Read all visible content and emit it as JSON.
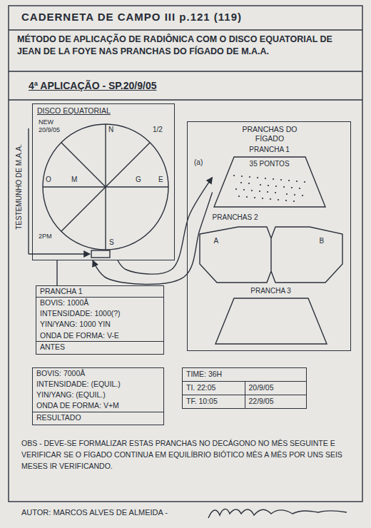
{
  "diagram": {
    "title": "CADERNETA DE CAMPO III p.121 (119)",
    "nodes": [
      {
        "text": [
          "DISCO EQUATORIAL"
        ]
      },
      {
        "text": [
          "PRANCHAS DO FÍGADO"
        ]
      },
      {
        "text": [
          "PRANCHA 1",
          "35 PONTOS"
        ],
        "in": 1
      },
      {
        "text": [
          "PRANCHAS 2",
          "A",
          "B"
        ],
        "in": 1
      },
      {
        "text": [
          "PRANCHA 3"
        ],
        "in": 1
      },
      {
        "text": [
          "PRANCHA 1",
          "BOVIS: 1000Å",
          "INTENSIDADE: 1000(?)",
          "YIN/YANG: 1000 YIN",
          "ONDA DE FORMA: V-E",
          "ANTES"
        ]
      },
      {
        "text": [
          "BOVIS: 7000Å",
          "INTENSIDADE: (EQUIL.)",
          "YIN/YANG: (EQUIL.)",
          "ONDA DE FORMA: V+M",
          "RESULTADO"
        ]
      },
      {
        "text": [
          "TIME: 36H",
          "TI. 22:05",
          "20/9/05",
          "TF. 10:05",
          "22/9/05"
        ]
      }
    ],
    "edges": [
      {
        "from": 0,
        "to": 2,
        "arrow": "to"
      },
      {
        "from": 2,
        "to": 0,
        "arrow": "to"
      },
      {
        "from": 0,
        "to": 5,
        "arrow": "none"
      }
    ],
    "labels": [
      "MÉTODO DE APLICAÇÃO DE RADIÔNICA COM O DISCO EQUATORIAL DE JEAN DE LA FOYE NAS PRANCHAS DO FÍGADO DE M.A.A.",
      "4ª APLICAÇÃO - SP.20/9/05",
      "TESTEMUNHO DE M.A.A.",
      "N",
      "1/2",
      "NEW 20/9/05",
      "O",
      "M",
      "G",
      "E",
      "S",
      "2PM",
      "(a)",
      "OBS - DEVE-SE FORMALIZAR ESTAS PRANCHAS NO DECÁGONO NO MÊS SEGUINTE E VERIFICAR SE O FÍGADO CONTINUA EM EQUILÍBRIO BIÓTICO MÊS A MÊS POR UNS SEIS MESES IR VERIFICANDO.",
      "AUTOR: MARCOS ALVES DE ALMEIDA -"
    ]
  }
}
